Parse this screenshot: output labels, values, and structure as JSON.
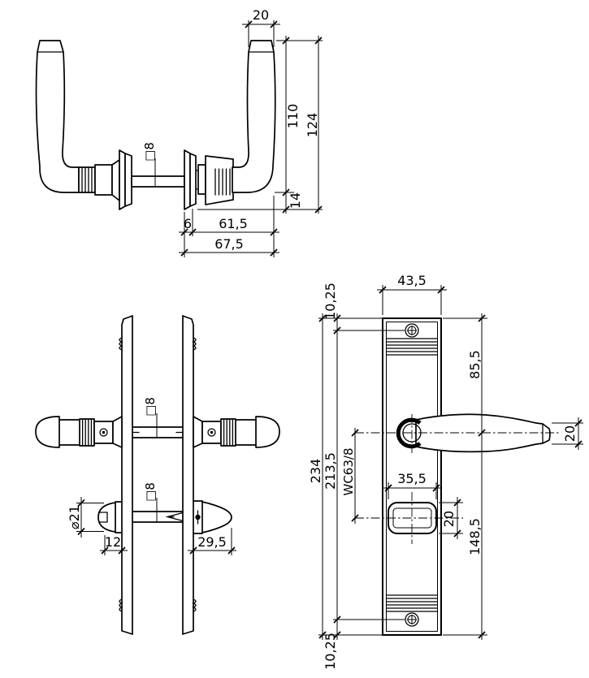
{
  "drawing": {
    "description": "Dimensioned technical drawing of a lever door handle set with WC backplate, measurements in mm",
    "side": {
      "cap_width": "20",
      "height_to_lever": "110",
      "total_height": "124",
      "rosette_drop": "14",
      "rosette_thickness": "6",
      "projection": "61,5",
      "total_projection": "67,5",
      "spindle": "□8"
    },
    "edge": {
      "spindle_top": "□8",
      "spindle_bottom": "□8",
      "release_diameter": "⌀21",
      "release_depth": "12",
      "turn_depth": "29,5"
    },
    "front": {
      "plate_width": "43,5",
      "screw_top_inset": "10,25",
      "top_to_handle_center": "85,5",
      "lever_end_width": "20",
      "plate_height": "234",
      "screw_distance": "213,5",
      "wc_center_distance": "WC63/8",
      "cutout_width": "35,5",
      "cutout_height": "20",
      "handle_center_to_bottom": "148,5",
      "screw_bottom_inset": "10,25"
    }
  }
}
